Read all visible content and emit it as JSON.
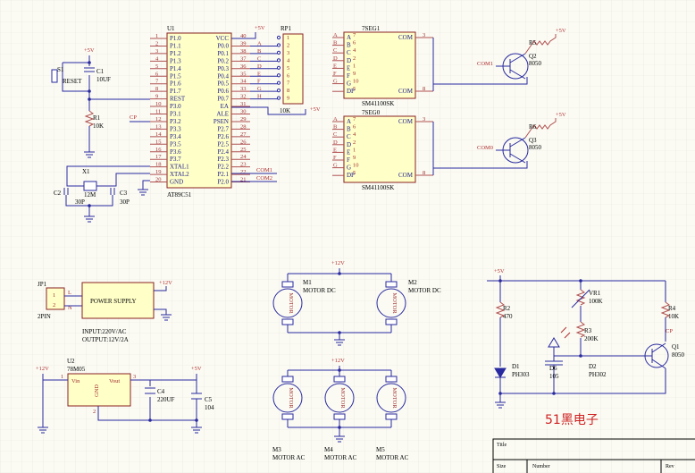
{
  "mcu": {
    "ref": "U1",
    "part": "AT89C51",
    "left_pins": [
      {
        "num": "1",
        "name": "P1.0"
      },
      {
        "num": "2",
        "name": "P1.1"
      },
      {
        "num": "3",
        "name": "P1.2"
      },
      {
        "num": "4",
        "name": "P1.3"
      },
      {
        "num": "5",
        "name": "P1.4"
      },
      {
        "num": "6",
        "name": "P1.5"
      },
      {
        "num": "7",
        "name": "P1.6"
      },
      {
        "num": "8",
        "name": "P1.7"
      },
      {
        "num": "9",
        "name": "REST"
      },
      {
        "num": "10",
        "name": "P3.0"
      },
      {
        "num": "11",
        "name": "P3.1"
      },
      {
        "num": "12",
        "name": "P3.2"
      },
      {
        "num": "13",
        "name": "P3.3"
      },
      {
        "num": "14",
        "name": "P3.4"
      },
      {
        "num": "15",
        "name": "P3.5"
      },
      {
        "num": "16",
        "name": "P3.6"
      },
      {
        "num": "17",
        "name": "P3.7"
      },
      {
        "num": "18",
        "name": "XTAL1"
      },
      {
        "num": "19",
        "name": "XTAL2"
      },
      {
        "num": "20",
        "name": "GND"
      }
    ],
    "right_pins": [
      {
        "num": "40",
        "name": "VCC"
      },
      {
        "num": "39",
        "name": "P0.0"
      },
      {
        "num": "38",
        "name": "P0.1"
      },
      {
        "num": "37",
        "name": "P0.2"
      },
      {
        "num": "36",
        "name": "P0.3"
      },
      {
        "num": "35",
        "name": "P0.4"
      },
      {
        "num": "34",
        "name": "P0.5"
      },
      {
        "num": "33",
        "name": "P0.6"
      },
      {
        "num": "32",
        "name": "P0.7"
      },
      {
        "num": "31",
        "name": "EA"
      },
      {
        "num": "30",
        "name": "ALE"
      },
      {
        "num": "29",
        "name": "PSEN"
      },
      {
        "num": "28",
        "name": "P2.7"
      },
      {
        "num": "27",
        "name": "P2.6"
      },
      {
        "num": "26",
        "name": "P2.5"
      },
      {
        "num": "25",
        "name": "P2.4"
      },
      {
        "num": "24",
        "name": "P2.3"
      },
      {
        "num": "23",
        "name": "P2.2"
      },
      {
        "num": "22",
        "name": "P2.1"
      },
      {
        "num": "21",
        "name": "P2.0"
      }
    ],
    "bus_letters": [
      "A",
      "B",
      "C",
      "D",
      "E",
      "F",
      "G",
      "H"
    ],
    "nets": {
      "com1": "COM1",
      "com2": "COM2",
      "cp": "CP"
    }
  },
  "reset": {
    "switch": "S1",
    "switch_label": "RESET",
    "cap": "C1",
    "cap_value": "10UF",
    "res": "R1",
    "res_value": "10K",
    "vcc": "+5V"
  },
  "crystal": {
    "ref": "X1",
    "value": "12M",
    "c2": "C2",
    "c2_value": "30P",
    "c3": "C3",
    "c3_value": "30P"
  },
  "rp1": {
    "ref": "RP1",
    "value": "10K",
    "pins": [
      "1",
      "2",
      "3",
      "4",
      "5",
      "6",
      "7",
      "8",
      "9"
    ],
    "vcc": "+5V"
  },
  "seg1": {
    "ref": "7SEG1",
    "part": "SM41100SK",
    "com": "COM",
    "pins": [
      {
        "num": "7",
        "name": "A"
      },
      {
        "num": "6",
        "name": "B"
      },
      {
        "num": "4",
        "name": "C"
      },
      {
        "num": "2",
        "name": "D"
      },
      {
        "num": "1",
        "name": "E"
      },
      {
        "num": "9",
        "name": "F"
      },
      {
        "num": "10",
        "name": "G"
      },
      {
        "num": "5",
        "name": "DP"
      }
    ],
    "com_pins": [
      "3",
      "8"
    ],
    "letters": [
      "A",
      "B",
      "C",
      "D",
      "E",
      "F",
      "G"
    ]
  },
  "seg0": {
    "ref": "7SEG0",
    "part": "SM41100SK",
    "com": "COM",
    "pins": [
      {
        "num": "7",
        "name": "A"
      },
      {
        "num": "6",
        "name": "B"
      },
      {
        "num": "4",
        "name": "C"
      },
      {
        "num": "2",
        "name": "D"
      },
      {
        "num": "1",
        "name": "E"
      },
      {
        "num": "9",
        "name": "F"
      },
      {
        "num": "10",
        "name": "G"
      },
      {
        "num": "5",
        "name": "DP"
      }
    ],
    "com_pins": [
      "3",
      "8"
    ],
    "letters": [
      "A",
      "B",
      "C",
      "D",
      "E",
      "F",
      "G"
    ]
  },
  "q_top": {
    "r": "R5",
    "q": "Q2",
    "part": "8050",
    "vcc": "+5V",
    "net": "COM1"
  },
  "q_mid": {
    "r": "R6",
    "q": "Q3",
    "part": "8050",
    "vcc": "+5V",
    "net": "COM0"
  },
  "psu": {
    "jp": "JP1",
    "jp_type": "2PIN",
    "pin1": "1",
    "pin2": "2",
    "L": "L",
    "N": "N",
    "box": "POWER SUPPLY",
    "vout": "+12V",
    "input": "INPUT:220V/AC",
    "output": "OUTPUT:12V/2A"
  },
  "reg": {
    "ref": "U2",
    "part": "78M05",
    "vin": "Vin",
    "vout": "Vout",
    "gnd": "GND",
    "pin1": "1",
    "pin2": "2",
    "pin3": "3",
    "in": "+12V",
    "out": "+5V",
    "c4": "C4",
    "c4_value": "220UF",
    "c5": "C5",
    "c5_value": "104"
  },
  "motors_dc": {
    "vcc": "+12V",
    "m1": "M1",
    "m1_type": "MOTOR DC",
    "m2": "M2",
    "m2_type": "MOTOR DC",
    "body": "MOTOR"
  },
  "motors_ac": {
    "vcc": "+12V",
    "body": "MOTOR",
    "items": [
      {
        "ref": "M3",
        "type": "MOTOR AC"
      },
      {
        "ref": "M4",
        "type": "MOTOR AC"
      },
      {
        "ref": "M5",
        "type": "MOTOR AC"
      }
    ]
  },
  "sensor": {
    "vcc": "+5V",
    "r2": "R2",
    "r2_value": "470",
    "vr1": "VR1",
    "vr1_value": "100K",
    "r3": "R3",
    "r3_value": "200K",
    "r4": "R4",
    "r4_value": "10K",
    "d1": "D1",
    "d1_part": "PH303",
    "d6": "D6",
    "d6_value": "105",
    "d2": "D2",
    "d2_part": "PH302",
    "q1": "Q1",
    "q1_part": "8050",
    "cp": "CP"
  },
  "watermark": "51黑电子",
  "title_block": {
    "title": "Title",
    "size": "Size",
    "number": "Number",
    "rev": "Rev"
  }
}
